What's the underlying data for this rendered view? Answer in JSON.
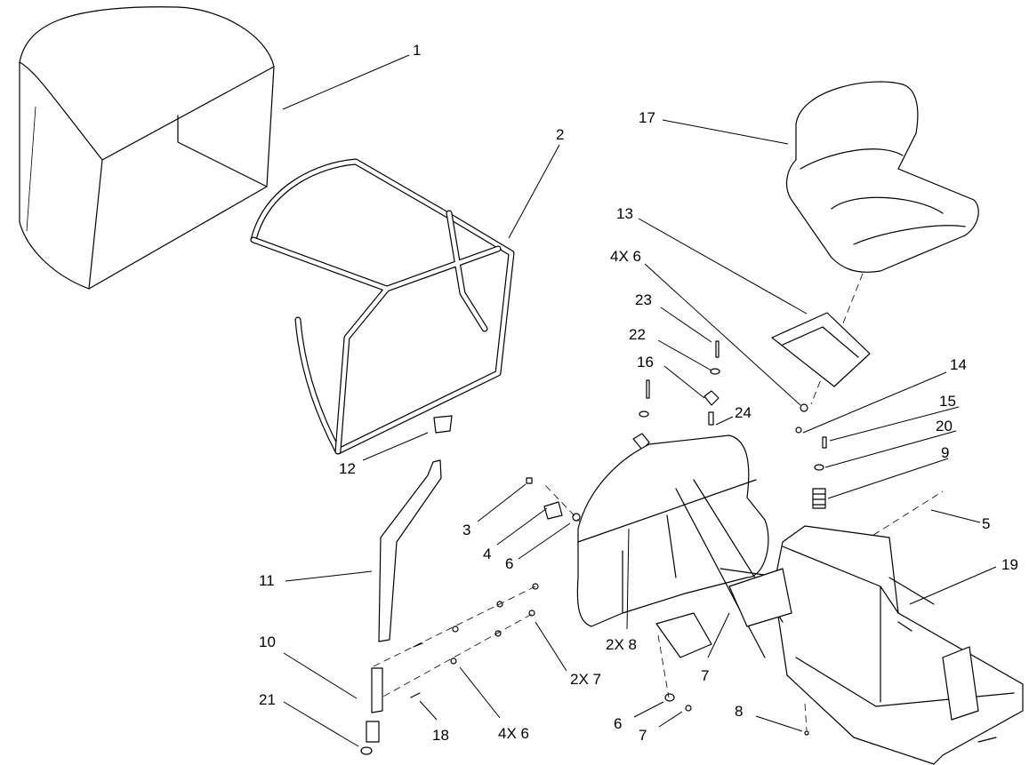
{
  "callouts": [
    {
      "id": "c1",
      "text": "1"
    },
    {
      "id": "c2",
      "text": "2"
    },
    {
      "id": "c17",
      "text": "17"
    },
    {
      "id": "c13",
      "text": "13"
    },
    {
      "id": "c4x6a",
      "text": "4X 6"
    },
    {
      "id": "c23",
      "text": "23"
    },
    {
      "id": "c22",
      "text": "22"
    },
    {
      "id": "c16",
      "text": "16"
    },
    {
      "id": "c24",
      "text": "24"
    },
    {
      "id": "c14",
      "text": "14"
    },
    {
      "id": "c15",
      "text": "15"
    },
    {
      "id": "c20",
      "text": "20"
    },
    {
      "id": "c9",
      "text": "9"
    },
    {
      "id": "c5",
      "text": "5"
    },
    {
      "id": "c19",
      "text": "19"
    },
    {
      "id": "c12",
      "text": "12"
    },
    {
      "id": "c3",
      "text": "3"
    },
    {
      "id": "c4",
      "text": "4"
    },
    {
      "id": "c6a",
      "text": "6"
    },
    {
      "id": "c11",
      "text": "11"
    },
    {
      "id": "c2x8",
      "text": "2X 8"
    },
    {
      "id": "c7a",
      "text": "7"
    },
    {
      "id": "c10",
      "text": "10"
    },
    {
      "id": "c2x7",
      "text": "2X 7"
    },
    {
      "id": "c21",
      "text": "21"
    },
    {
      "id": "c18",
      "text": "18"
    },
    {
      "id": "c4x6b",
      "text": "4X 6"
    },
    {
      "id": "c6b",
      "text": "6"
    },
    {
      "id": "c7b",
      "text": "7"
    },
    {
      "id": "c8",
      "text": "8"
    }
  ]
}
